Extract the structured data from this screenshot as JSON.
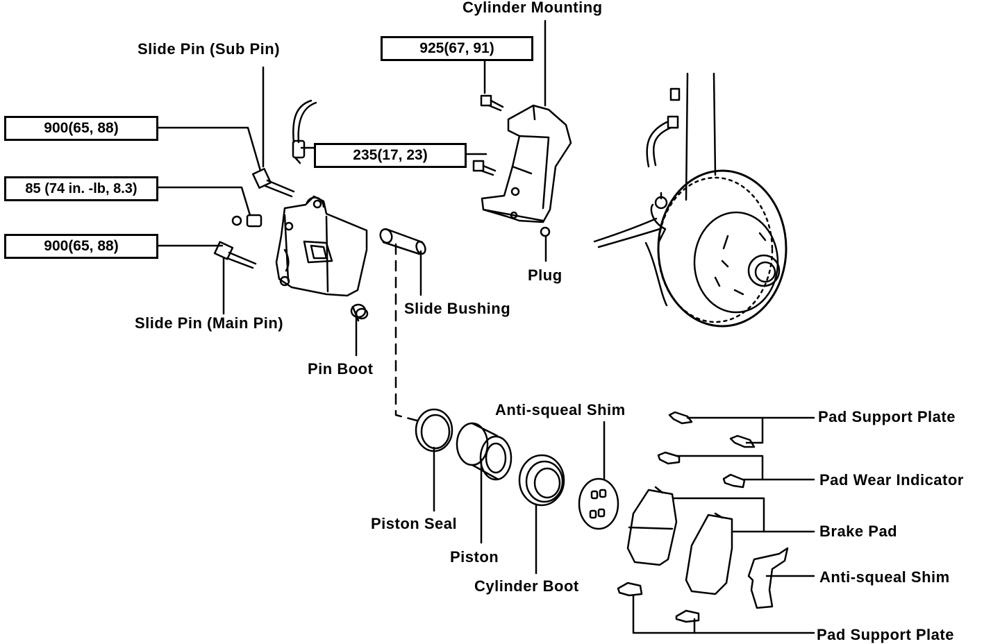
{
  "torque_boxes": {
    "cylinder_mounting_bolt": "925(67, 91)",
    "sub_pin": "900(65, 88)",
    "bleeder": "85 (74 in. -lb, 8.3)",
    "main_pin": "900(65, 88)",
    "hose_union": "235(17, 23)"
  },
  "labels": {
    "cylinder_mounting": "Cylinder Mounting",
    "slide_pin_sub": "Slide Pin (Sub Pin)",
    "slide_pin_main": "Slide Pin (Main Pin)",
    "plug": "Plug",
    "slide_bushing": "Slide Bushing",
    "pin_boot": "Pin Boot",
    "anti_squeal_shim_top": "Anti-squeal Shim",
    "piston_seal": "Piston Seal",
    "piston": "Piston",
    "cylinder_boot": "Cylinder Boot",
    "pad_support_plate_top": "Pad Support Plate",
    "pad_wear_indicator": "Pad Wear Indicator",
    "brake_pad": "Brake Pad",
    "anti_squeal_shim_right": "Anti-squeal Shim",
    "pad_support_plate_bottom": "Pad Support Plate"
  }
}
